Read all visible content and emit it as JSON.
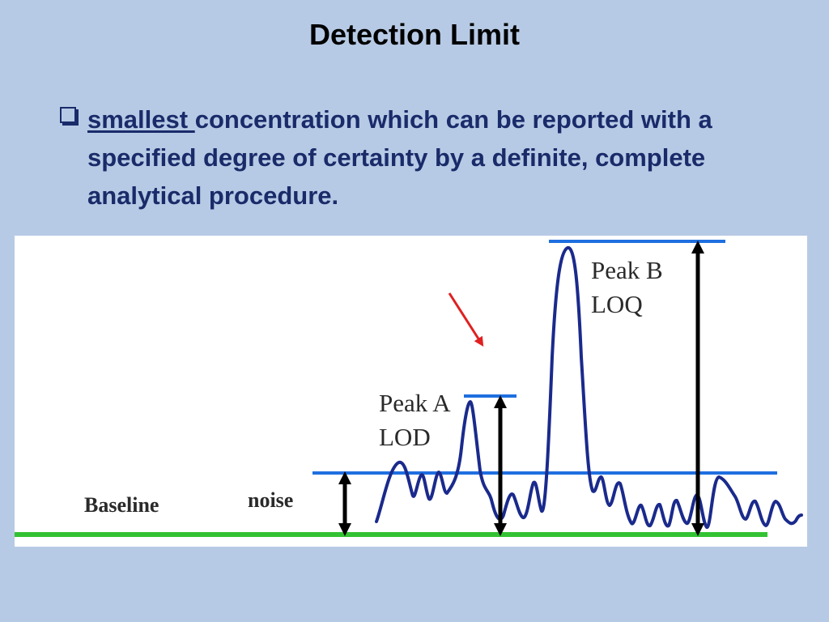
{
  "slide": {
    "title": "Detection Limit",
    "bullet": {
      "emphasis": "smallest ",
      "text": "concentration which can be reported with a specified degree of certainty by a definite, complete analytical procedure."
    }
  },
  "figure": {
    "labels": {
      "peak_b_line1": "Peak B",
      "peak_b_line2": "LOQ",
      "peak_a_line1": "Peak A",
      "peak_a_line2": "LOD",
      "baseline": "Baseline",
      "noise": "noise"
    },
    "colors": {
      "signal": "#1a2a8c",
      "threshold_lines": "#1f6fe0",
      "baseline": "#33c233",
      "arrows": "#000000",
      "pointer_arrow": "#e02020"
    }
  }
}
